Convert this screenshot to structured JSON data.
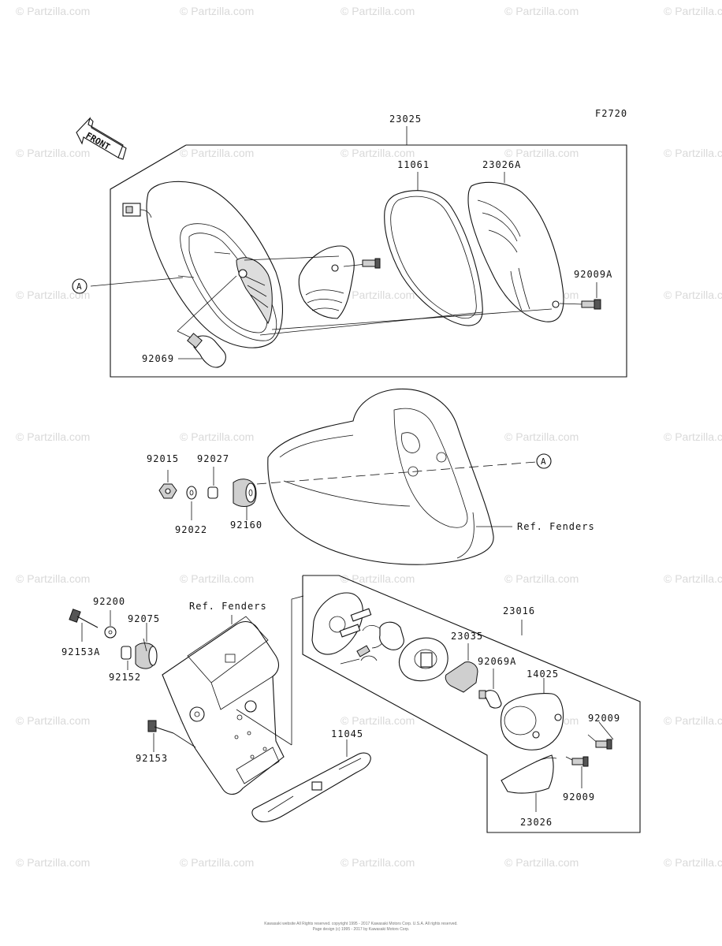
{
  "figure_code": "F2720",
  "front_label": "FRONT",
  "callout_letter": "A",
  "watermark_text": "© Partzilla.com",
  "copyright_line1": "Kawasaki website All Rights reserved. copyright 1995 - 2017 Kawasaki Motors Corp. U.S.A. All rights reserved.",
  "copyright_line2": "Page design (c) 1995 - 2017 by Kawasaki Motors Corp.",
  "labels": {
    "p23025": "23025",
    "p11061": "11061",
    "p23026A": "23026A",
    "p92009A": "92009A",
    "p92069": "92069",
    "p92015": "92015",
    "p92027": "92027",
    "p92022": "92022",
    "p92160": "92160",
    "ref_fenders_1": "Ref. Fenders",
    "p92200": "92200",
    "p92075": "92075",
    "ref_fenders_2": "Ref. Fenders",
    "p92153A": "92153A",
    "p92152": "92152",
    "p92153": "92153",
    "p11045": "11045",
    "p23016": "23016",
    "p23035": "23035",
    "p92069A": "92069A",
    "p14025": "14025",
    "p92009_1": "92009",
    "p92009_2": "92009",
    "p23026": "23026"
  }
}
